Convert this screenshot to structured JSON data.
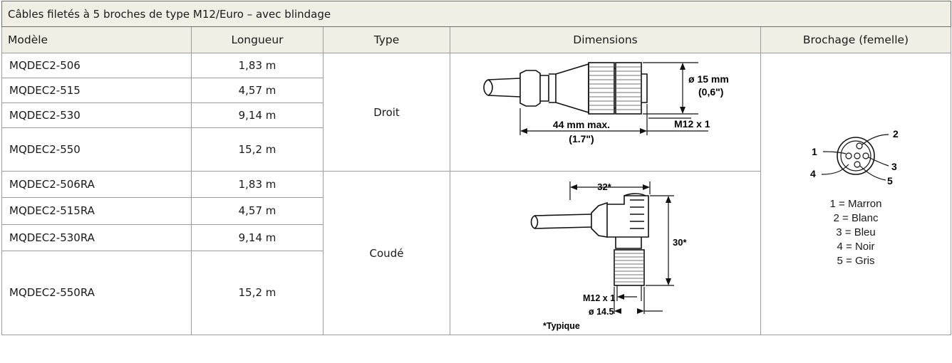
{
  "title": "Câbles filetés à 5 broches de type M12/Euro – avec blindage",
  "headers": {
    "model": "Modèle",
    "length": "Longueur",
    "type": "Type",
    "dimensions": "Dimensions",
    "pinout": "Brochage (femelle)"
  },
  "straight": {
    "type": "Droit",
    "rows": [
      {
        "model": "MQDEC2-506",
        "length": "1,83 m"
      },
      {
        "model": "MQDEC2-515",
        "length": "4,57 m"
      },
      {
        "model": "MQDEC2-530",
        "length": "9,14 m"
      },
      {
        "model": "MQDEC2-550",
        "length": "15,2 m"
      }
    ],
    "drawing": {
      "diameter": "ø 15 mm",
      "diameter_in": "(0,6\")",
      "length": "44 mm max.",
      "length_in": "(1.7\")",
      "thread": "M12 x 1"
    }
  },
  "angled": {
    "type": "Coudé",
    "rows": [
      {
        "model": "MQDEC2-506RA",
        "length": "1,83 m"
      },
      {
        "model": "MQDEC2-515RA",
        "length": "4,57 m"
      },
      {
        "model": "MQDEC2-530RA",
        "length": "9,14 m"
      },
      {
        "model": "MQDEC2-550RA",
        "length": "15,2 m"
      }
    ],
    "drawing": {
      "width": "32*",
      "height": "30*",
      "thread": "M12 x 1",
      "diameter": "ø 14.5",
      "note": "*Typique"
    }
  },
  "pinout": {
    "labels": [
      "1",
      "2",
      "3",
      "4",
      "5"
    ],
    "legend": [
      "1 = Marron",
      "2 = Blanc",
      "3 = Bleu",
      "4 = Noir",
      "5 = Gris"
    ]
  }
}
